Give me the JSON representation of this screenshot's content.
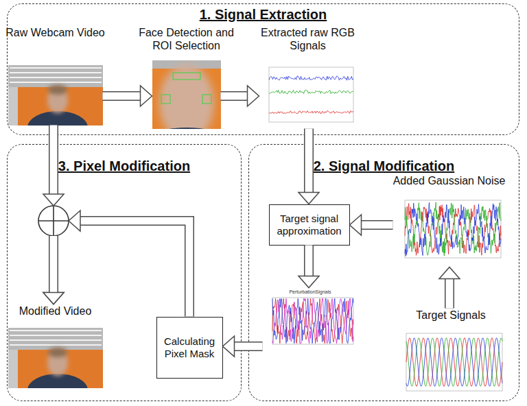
{
  "diagram": {
    "nodes": [
      {
        "text": [
          "1. Signal Extraction"
        ]
      },
      {
        "text": [
          "Raw Webcam Video"
        ],
        "in": 0
      },
      {
        "text": [
          "Face Detection and ROI Selection"
        ],
        "in": 0
      },
      {
        "text": [
          "Extracted raw RGB Signals"
        ],
        "in": 0
      },
      {
        "text": [
          "2. Signal Modification"
        ]
      },
      {
        "text": [
          "Target signal approximation"
        ],
        "in": 4
      },
      {
        "text": [
          "Added Gaussian Noise"
        ],
        "in": 4
      },
      {
        "text": [
          "PerturbationSignals"
        ],
        "in": 4
      },
      {
        "text": [
          "Target Signals"
        ],
        "in": 4
      },
      {
        "text": [
          "3. Pixel Modification"
        ]
      },
      {
        "text": [
          "Modified Video"
        ],
        "in": 9
      },
      {
        "text": [
          "Calculating Pixel Mask"
        ],
        "in": 9
      }
    ],
    "edges": [
      {
        "from": 1,
        "to": 2,
        "arrow": "to"
      },
      {
        "from": 2,
        "to": 3,
        "arrow": "to"
      },
      {
        "from": 1,
        "to": 10,
        "arrow": "to"
      },
      {
        "from": 3,
        "to": 5,
        "arrow": "to"
      },
      {
        "from": 8,
        "to": 6,
        "arrow": "to"
      },
      {
        "from": 6,
        "to": 5,
        "arrow": "to"
      },
      {
        "from": 5,
        "to": 7,
        "arrow": "to"
      },
      {
        "from": 7,
        "to": 11,
        "arrow": "to"
      },
      {
        "from": 11,
        "to": 10,
        "arrow": "to"
      }
    ]
  }
}
